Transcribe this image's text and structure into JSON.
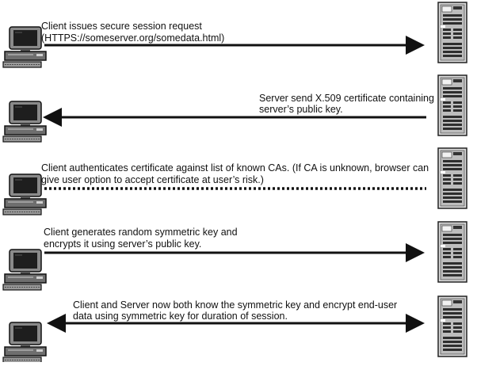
{
  "steps": [
    {
      "lines": [
        "Client issues secure session request",
        "(HTTPS://someserver.org/somedata.html)"
      ],
      "direction": "to-server",
      "line_style": "solid"
    },
    {
      "lines": [
        "Server send X.509 certificate containing",
        "server’s public key."
      ],
      "direction": "to-client",
      "line_style": "solid"
    },
    {
      "lines": [
        "Client authenticates certificate against list of known CAs. (If CA is unknown, browser can",
        "give user option to accept certificate at user’s risk.)"
      ],
      "direction": "none",
      "line_style": "dotted"
    },
    {
      "lines": [
        "Client generates random symmetric key and",
        "encrypts it using server’s public key."
      ],
      "direction": "to-server",
      "line_style": "solid"
    },
    {
      "lines": [
        "Client and Server now both know the symmetric key and encrypt end-user",
        "data using symmetric key for duration of session."
      ],
      "direction": "both",
      "line_style": "solid"
    }
  ],
  "icons": {
    "client": "desktop-computer-icon",
    "server": "server-rack-icon"
  },
  "colors": {
    "ink": "#111111",
    "device_dark": "#2b2b2b",
    "device_mid": "#7a7a7a",
    "device_light": "#d9d9d9"
  }
}
